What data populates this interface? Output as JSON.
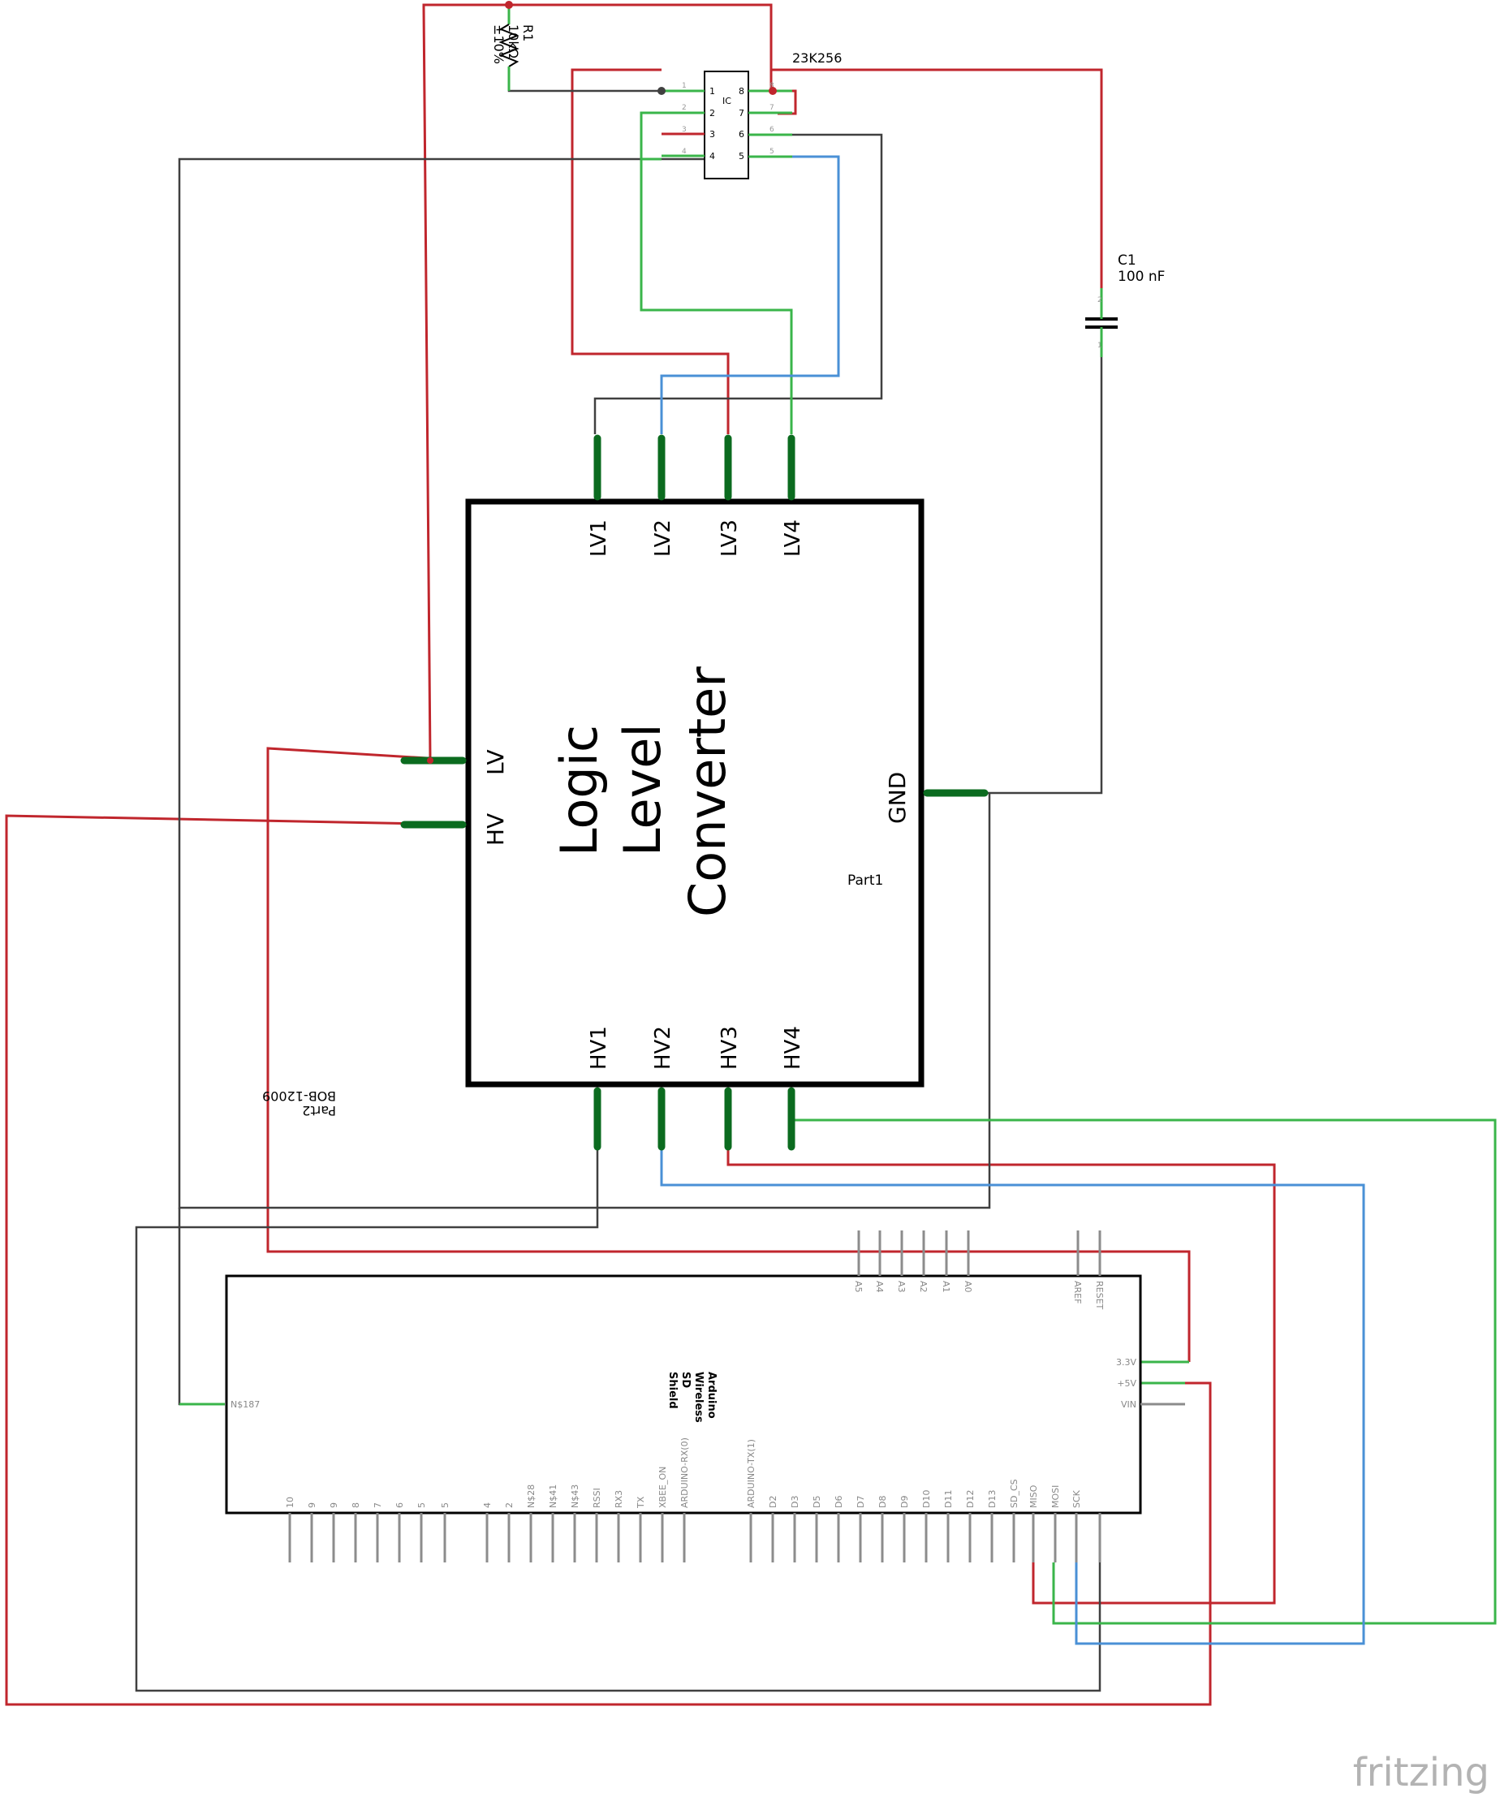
{
  "components": {
    "r1": {
      "ref": "R1",
      "value": "10kΩ",
      "tolerance": "±10%"
    },
    "c1": {
      "ref": "C1",
      "value": "100 nF",
      "pin1": "1",
      "pin2": "2"
    },
    "ic": {
      "ref": "IC",
      "part": "23K256",
      "pins_left": [
        "1",
        "2",
        "3",
        "4"
      ],
      "pins_right": [
        "8",
        "7",
        "6",
        "5"
      ]
    },
    "llc": {
      "title_lines": [
        "Logic",
        "Level",
        "Converter"
      ],
      "part_label": "Part1",
      "lv_pins": [
        "LV1",
        "LV2",
        "LV3",
        "LV4"
      ],
      "hv_pins": [
        "HV1",
        "HV2",
        "HV3",
        "HV4"
      ],
      "side_lv": "LV",
      "side_hv": "HV",
      "side_gnd": "GND",
      "ref_mirrored_1": "Part2",
      "ref_mirrored_2": "BOB-12009"
    },
    "arduino": {
      "title_lines": [
        "Arduino",
        "Wireless",
        "SD",
        "Shield"
      ],
      "top_pins": [
        "A5",
        "A4",
        "A3",
        "A2",
        "A1",
        "A0",
        "AREF",
        "RESET"
      ],
      "right_pins": [
        "3.3V",
        "+5V",
        "VIN"
      ],
      "left_pin": "N$187",
      "bottom_pins": [
        "10",
        "9",
        "9",
        "8",
        "7",
        "6",
        "5",
        "5",
        "4",
        "2",
        "N$28",
        "N$41",
        "N$43",
        "RSSI",
        "RX3",
        "TX",
        "XBEE_ON",
        "ARDUINO-RX(0)",
        "ARDUINO-TX(1)",
        "D2",
        "D3",
        "D5",
        "D6",
        "D7",
        "D8",
        "D9",
        "D10",
        "D11",
        "D12",
        "D13",
        "SD_CS",
        "MISO",
        "MOSI",
        "SCK"
      ]
    }
  },
  "wire_colors": {
    "power": "#c0262d",
    "ground": "#404040",
    "signal_green": "#3ab54a",
    "signal_blue": "#4a90d6",
    "pin_dark_green": "#0b6b1f"
  },
  "watermark": "fritzing"
}
